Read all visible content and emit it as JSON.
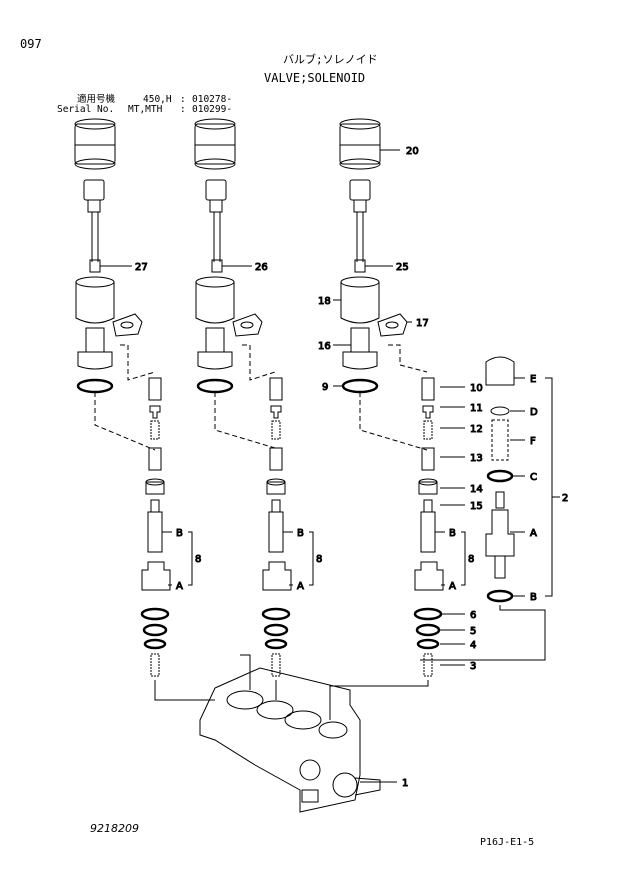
{
  "header": {
    "page_number": "097",
    "title_jp": "バルブ;ソレノイド",
    "title_en": "VALVE;SOLENOID",
    "serial_label_jp": "適用号機",
    "serial_label_en": "Serial No.",
    "serial_model_1": "450,H",
    "serial_model_2": "MT,MTH",
    "serial_sep": ":",
    "serial_range_1": "010278-",
    "serial_range_2": "010299-"
  },
  "callouts": {
    "c20": "20",
    "c27": "27",
    "c26": "26",
    "c25": "25",
    "c18": "18",
    "c17": "17",
    "c16": "16",
    "c9": "9",
    "c10": "10",
    "c11": "11",
    "c12": "12",
    "c13": "13",
    "c14": "14",
    "c15": "15",
    "c6": "6",
    "c5": "5",
    "c4": "4",
    "c3": "3",
    "c1": "1",
    "c2": "2",
    "E": "E",
    "D": "D",
    "F": "F",
    "C": "C",
    "A": "A",
    "B": "B",
    "c8": "8"
  },
  "footer": {
    "drawing_number": "9218209",
    "page_code": "P16J-E1-5"
  }
}
